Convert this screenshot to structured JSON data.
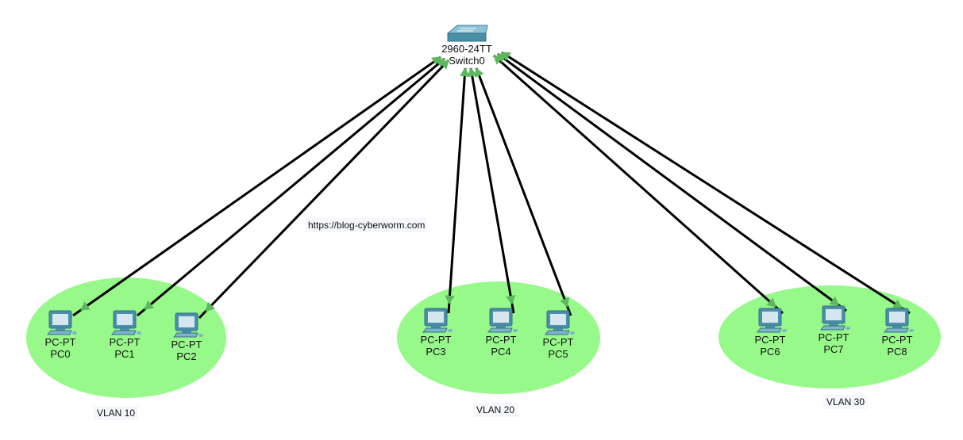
{
  "switch": {
    "model": "2960-24TT",
    "name": "Switch0",
    "icon": "switch-icon"
  },
  "watermark": "https://blog-cyberworm.com",
  "vlans": [
    {
      "label": "VLAN 10",
      "pcs": [
        {
          "model": "PC-PT",
          "name": "PC0"
        },
        {
          "model": "PC-PT",
          "name": "PC1"
        },
        {
          "model": "PC-PT",
          "name": "PC2"
        }
      ]
    },
    {
      "label": "VLAN 20",
      "pcs": [
        {
          "model": "PC-PT",
          "name": "PC3"
        },
        {
          "model": "PC-PT",
          "name": "PC4"
        },
        {
          "model": "PC-PT",
          "name": "PC5"
        }
      ]
    },
    {
      "label": "VLAN 30",
      "pcs": [
        {
          "model": "PC-PT",
          "name": "PC6"
        },
        {
          "model": "PC-PT",
          "name": "PC7"
        },
        {
          "model": "PC-PT",
          "name": "PC8"
        }
      ]
    }
  ],
  "colors": {
    "vlan_zone": "#98f98b",
    "link": "#000000",
    "link_status": "#5cb85c",
    "device": "#4a8fa8"
  },
  "pc_icon": "pc-icon",
  "link_status_icon": "link-up-triangle-icon"
}
